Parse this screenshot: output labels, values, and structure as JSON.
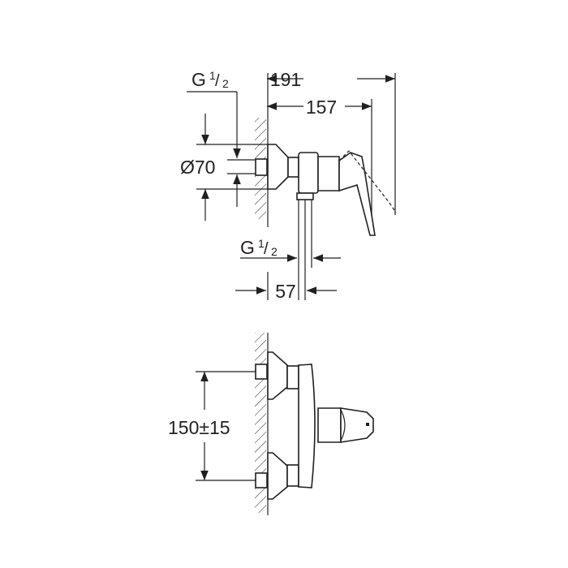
{
  "top_view": {
    "dim_overall": "191",
    "dim_handle": "157",
    "thread_inlet": {
      "g": "G",
      "num": "1",
      "den": "2"
    },
    "diameter": "Ø70",
    "thread_outlet": {
      "g": "G",
      "num": "1",
      "den": "2"
    },
    "dim_outlet": "57"
  },
  "front_view": {
    "dim_spacing": "150±15"
  },
  "colors": {
    "line": "#231f20",
    "background": "#ffffff"
  }
}
